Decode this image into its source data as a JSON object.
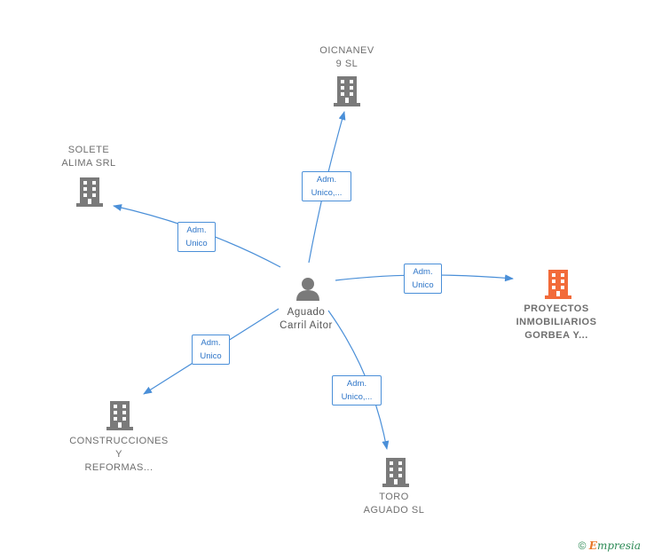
{
  "center": {
    "name_lines": [
      "Aguado",
      "Carril Aitor"
    ]
  },
  "companies": [
    {
      "id": "oicnanev",
      "lines": [
        "OICNANEV",
        "9  SL"
      ]
    },
    {
      "id": "solete",
      "lines": [
        "SOLETE",
        "ALIMA SRL"
      ]
    },
    {
      "id": "proyectos",
      "lines": [
        "PROYECTOS",
        "INMOBILIARIOS",
        "GORBEA Y..."
      ],
      "highlighted": true
    },
    {
      "id": "construcciones",
      "lines": [
        "CONSTRUCCIONES",
        "Y",
        "REFORMAS..."
      ]
    },
    {
      "id": "toro",
      "lines": [
        "TORO",
        "AGUADO  SL"
      ]
    }
  ],
  "edges": [
    {
      "to": "oicnanev",
      "lines": [
        "Adm.",
        "Unico,..."
      ]
    },
    {
      "to": "solete",
      "lines": [
        "Adm.",
        "Unico"
      ]
    },
    {
      "to": "proyectos",
      "lines": [
        "Adm.",
        "Unico"
      ]
    },
    {
      "to": "construcciones",
      "lines": [
        "Adm.",
        "Unico"
      ]
    },
    {
      "to": "toro",
      "lines": [
        "Adm.",
        "Unico,..."
      ]
    }
  ],
  "colors": {
    "edge": "#4a8fd8",
    "building": "#7a7a7a",
    "building_highlight": "#f26b3a",
    "person": "#7a7a7a"
  },
  "watermark": {
    "symbol": "©",
    "brand_initial": "E",
    "brand_rest": "mpresia"
  }
}
